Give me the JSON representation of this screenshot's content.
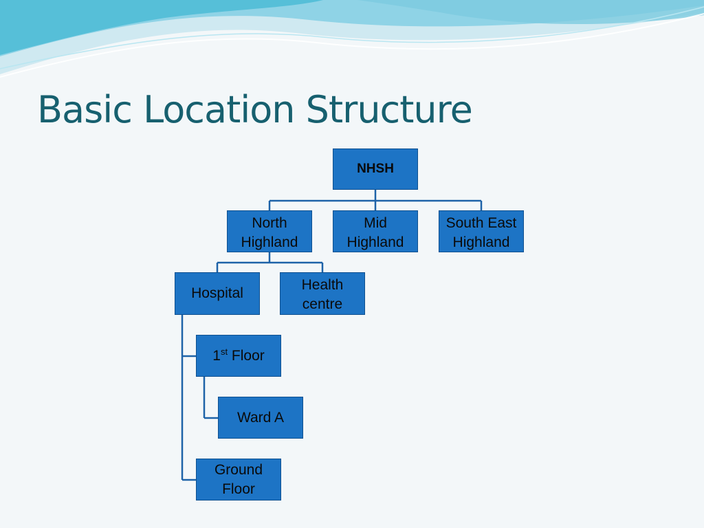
{
  "slide": {
    "title": "Basic Location Structure"
  },
  "colors": {
    "title": "#17606f",
    "box_fill": "#1d74c5",
    "connector": "#1d62a8",
    "background": "#f3f7f9"
  },
  "org_chart": {
    "root": "NHSH",
    "regions": {
      "north": "North\nHighland",
      "mid": "Mid\nHighland",
      "south_east": "South East\nHighland"
    },
    "north_children": {
      "hospital": "Hospital",
      "health_centre": "Health\ncentre"
    },
    "hospital_children": {
      "first_floor": {
        "number": "1",
        "suffix": "st",
        "label": " Floor"
      },
      "ground_floor": "Ground\nFloor"
    },
    "first_floor_children": {
      "ward_a": "Ward A"
    }
  }
}
